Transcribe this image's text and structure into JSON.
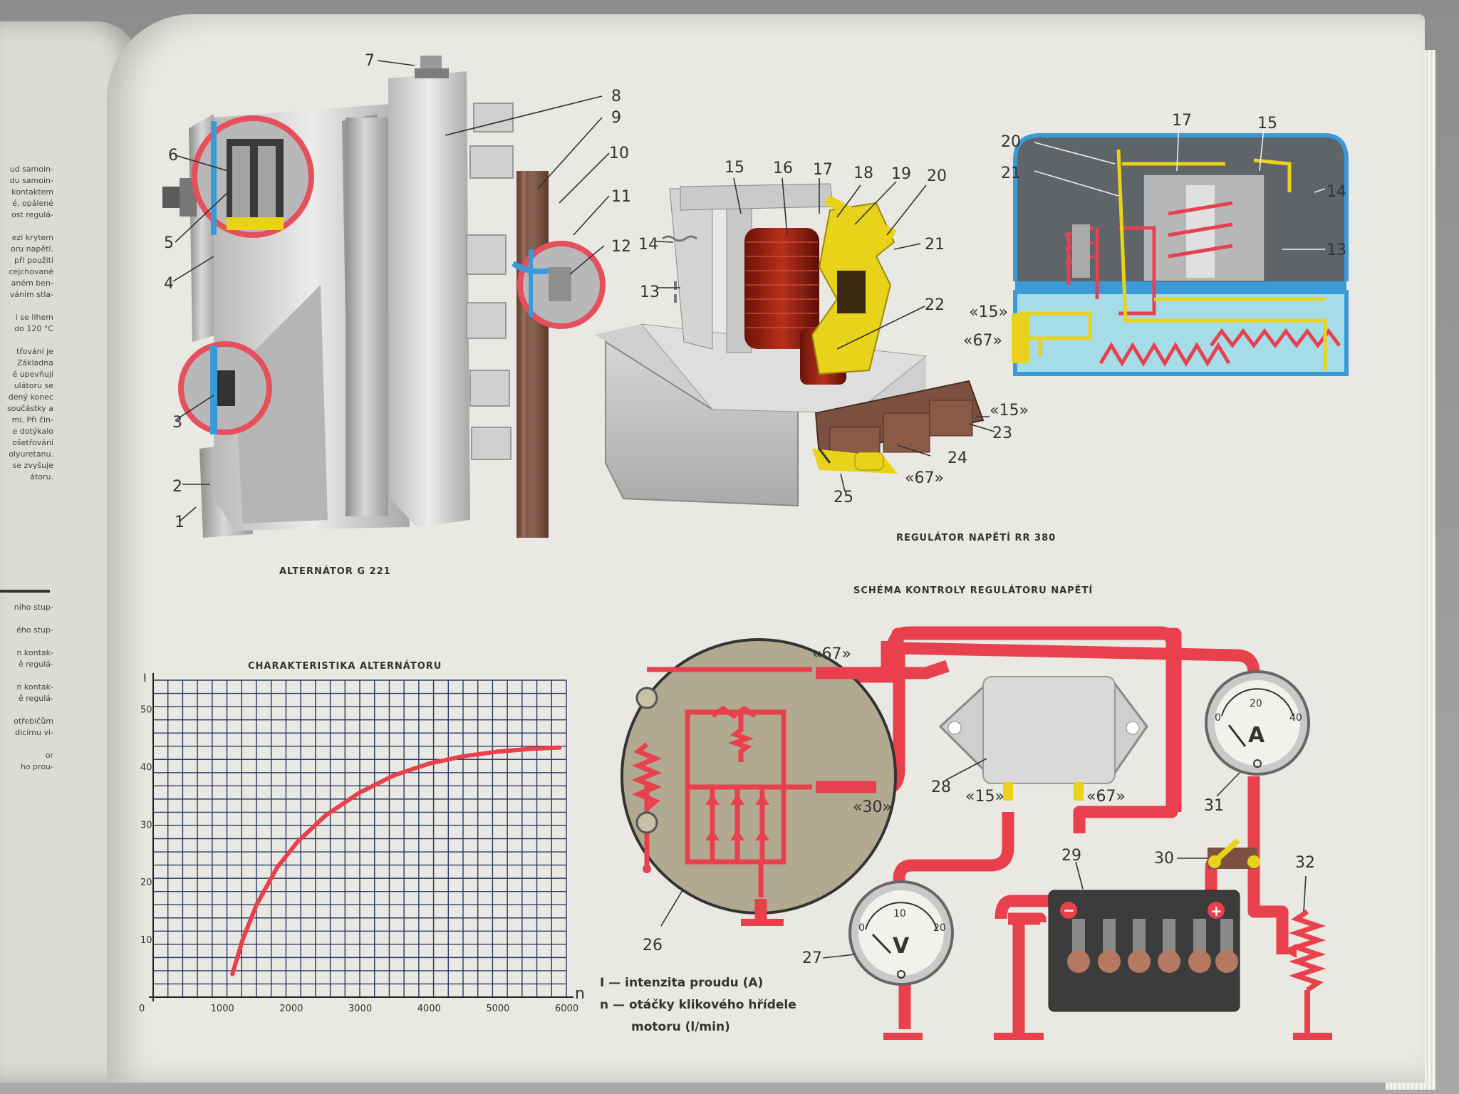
{
  "left_page": {
    "fragments": [
      "ud samoin-",
      "du samoin-",
      "kontaktem",
      "é, opálené",
      "ost regulá-",
      "",
      "ezi krytem",
      "oru napětí.",
      "při použití",
      "cejchované",
      "aném ben-",
      "váním stla-",
      "",
      "i se lihem",
      "do 120 °C",
      "",
      "třování je",
      "Základna",
      "é upevňují",
      "ulátoru se",
      "dený konec",
      "součástky a",
      "mi. Při čin-",
      "e dotýkalo",
      "ošetřování",
      "olyuretanu.",
      "se zvyšuje",
      "átoru."
    ],
    "fragments_lower": [
      "ního stup-",
      "",
      "ého stup-",
      "",
      "n kontak-",
      "ě regulá-",
      "",
      "n kontak-",
      "ě regulá-",
      "",
      "otřebičům",
      "dicímu vi-",
      "",
      "or",
      "ho prou-"
    ]
  },
  "captions": {
    "alternator": "ALTERNÁTOR G 221",
    "regulator": "REGULÁTOR NAPĚTÍ RR 380",
    "schema": "SCHÉMA KONTROLY REGULÁTORU NAPĚTÍ",
    "chart_title": "CHARAKTERISTIKA ALTERNÁTORU"
  },
  "legend": {
    "line1": "I — intenzita proudu (A)",
    "line2": "n — otáčky klikového hřídele",
    "line3": "motoru (l/min)"
  },
  "labels": {
    "alternator": [
      "1",
      "2",
      "3",
      "4",
      "5",
      "6",
      "7",
      "8",
      "9",
      "10",
      "11",
      "12"
    ],
    "regulator": [
      "13",
      "14",
      "15",
      "16",
      "17",
      "18",
      "19",
      "20",
      "21",
      "22",
      "23",
      "24",
      "25",
      "«15»",
      "«67»"
    ],
    "regulator_schematic": [
      "13",
      "14",
      "15",
      "17",
      "20",
      "21",
      "«15»",
      "«67»"
    ],
    "circuit": [
      "26",
      "27",
      "28",
      "29",
      "30",
      "31",
      "32",
      "«67»",
      "«30»",
      "«15»",
      "«67»"
    ]
  },
  "meters": {
    "ammeter": {
      "symbol": "A",
      "ticks": [
        "0",
        "20",
        "40"
      ]
    },
    "voltmeter": {
      "symbol": "V",
      "ticks": [
        "0",
        "10",
        "20"
      ]
    }
  },
  "battery": {
    "minus": "−",
    "plus": "+"
  },
  "colors": {
    "wire": "#e8404c",
    "yellow": "#e8d21a",
    "blue": "#3a9ad8",
    "coil": "#8a1c10",
    "page": "#e9e8e2"
  },
  "chart_data": {
    "type": "line",
    "title": "CHARAKTERISTIKA ALTERNÁTORU",
    "xlabel": "n",
    "ylabel": "I",
    "x_ticks": [
      "1000",
      "2000",
      "3000",
      "4000",
      "5000",
      "6000"
    ],
    "y_ticks": [
      "10",
      "20",
      "30",
      "40",
      "50"
    ],
    "x_zero": "0",
    "xlim": [
      0,
      6000
    ],
    "ylim": [
      0,
      55
    ],
    "grid": true,
    "series": [
      {
        "x": [
          1150,
          1300,
          1500,
          1800,
          2100,
          2500,
          3000,
          3500,
          4000,
          4500,
          5000,
          5500,
          5900
        ],
        "y": [
          4,
          10,
          16,
          22.5,
          27,
          31.5,
          35.5,
          38.5,
          40.5,
          41.8,
          42.6,
          43.1,
          43.3
        ]
      }
    ]
  }
}
